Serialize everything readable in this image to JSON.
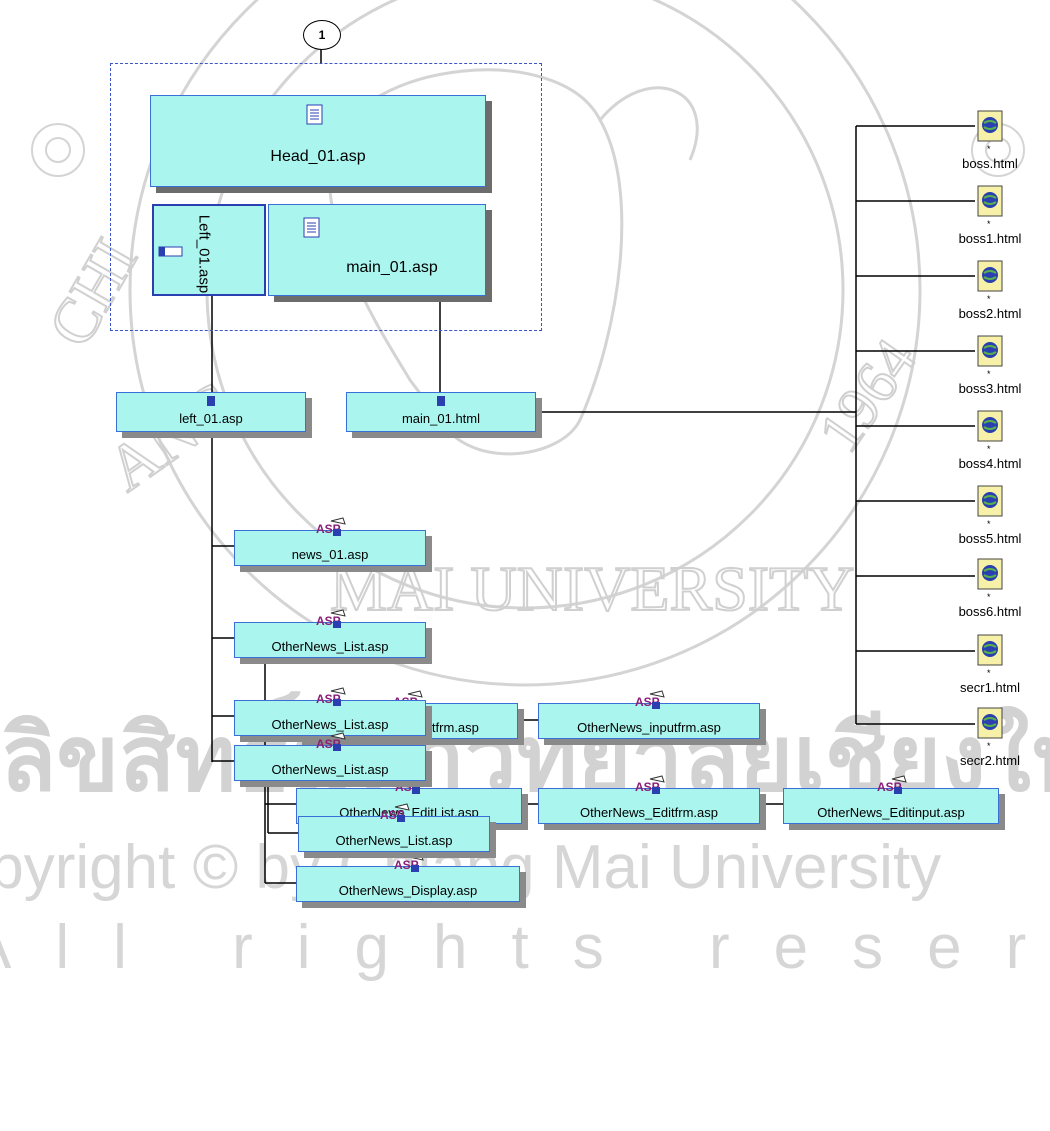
{
  "connector": {
    "label": "1"
  },
  "frames": {
    "head": "Head_01.asp",
    "left": "Left_01.asp",
    "main": "main_01.asp"
  },
  "pages": {
    "left_page": "left_01.asp",
    "main_page": "main_01.html"
  },
  "asp_nodes": [
    "news_01.asp",
    "OtherNews_List.asp",
    "OtherNews_inputfrm.asp",
    "OtherNews_inputfrm.asp",
    "OtherNews_EditList.asp",
    "OtherNews_Editfrm.asp",
    "OtherNews_Editinput.asp",
    "OtherNews_Display.asp",
    "OtherNews_List.asp",
    "OtherNews_List.asp",
    "OtherNews_List.asp"
  ],
  "html_files": [
    "boss.html",
    "boss1.html",
    "boss2.html",
    "boss3.html",
    "boss4.html",
    "boss5.html",
    "boss6.html",
    "secr1.html",
    "secr2.html"
  ],
  "watermark": {
    "thai": "ลิขสิทธิ์มหาวิทยาลัยเชียงใหม่",
    "copyright": "Copyright © by Chiang Mai University",
    "rights": "All rights reserved",
    "seal_text": "CHIANG MAI UNIVERSITY",
    "seal_year": "1964"
  },
  "colors": {
    "node_fill": "#aaf5ee",
    "node_border": "#3b6fd8",
    "shadow": "#8a8a8a",
    "watermark": "#cfcfcf"
  }
}
